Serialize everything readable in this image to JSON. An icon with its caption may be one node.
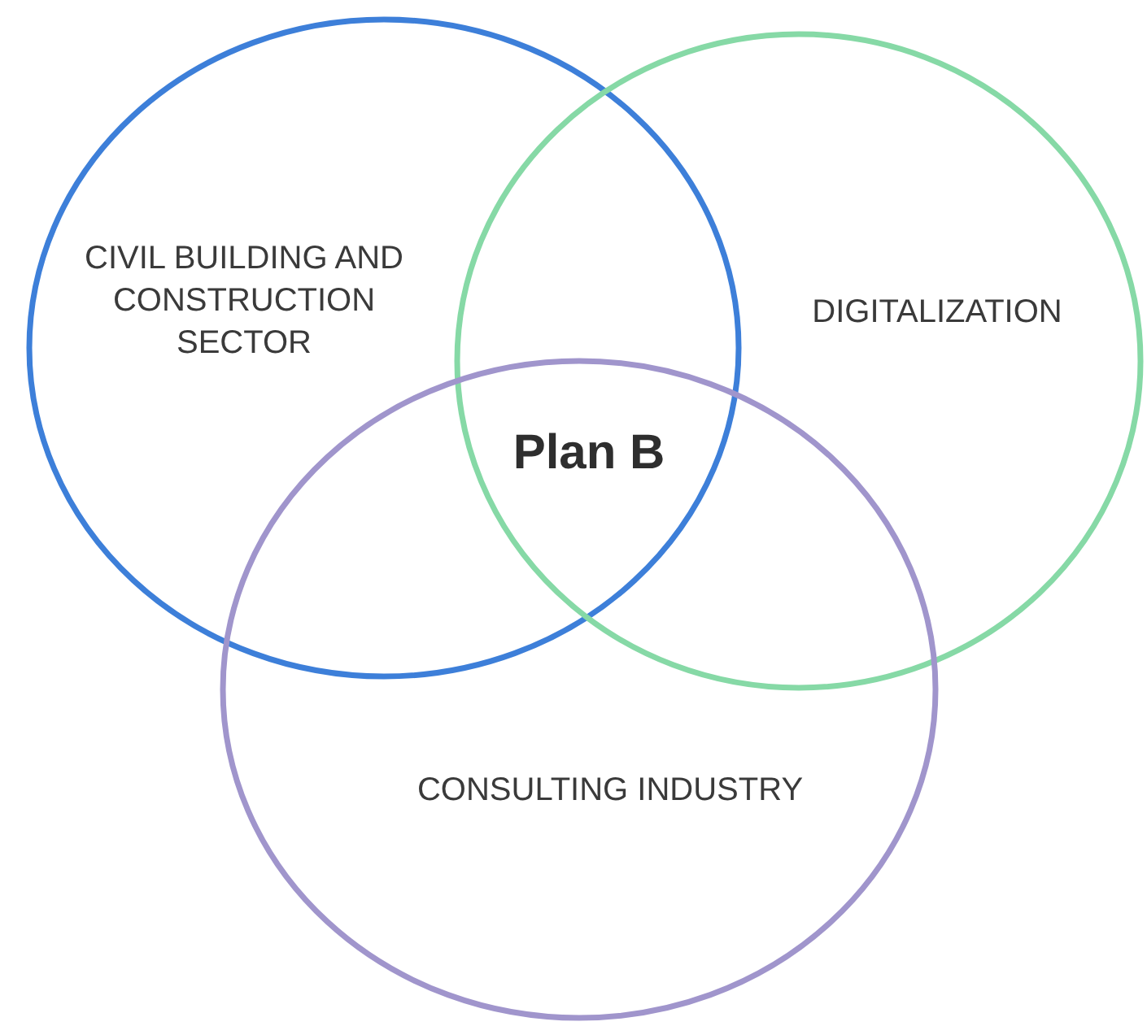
{
  "diagram": {
    "nodes": [
      {
        "text": [
          "CIVIL BUILDING AND CONSTRUCTION SECTOR"
        ]
      },
      {
        "text": [
          "DIGITALIZATION"
        ]
      },
      {
        "text": [
          "CONSULTING INDUSTRY"
        ]
      }
    ],
    "labels": [
      "Plan B"
    ]
  }
}
